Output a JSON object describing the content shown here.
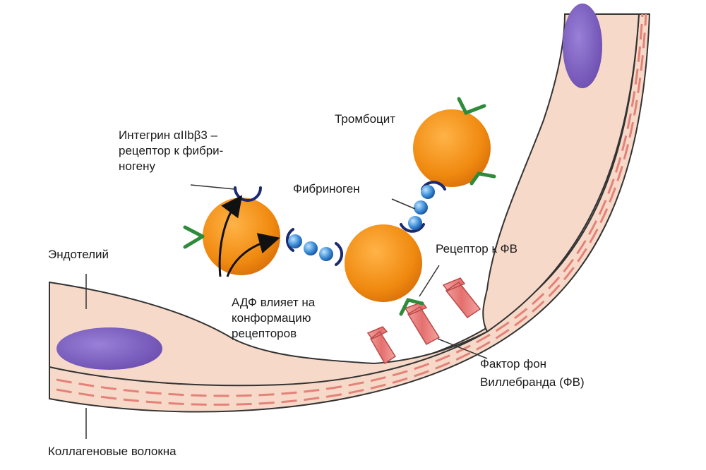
{
  "labels": {
    "endothelium": "Эндотелий",
    "collagen": "Коллагеновые волокна",
    "integrin_line1": "Интегрин αIIbβ3 –",
    "integrin_line2": "рецептор к фибри-",
    "integrin_line3": "ногену",
    "fibrinogen": "Фибриноген",
    "platelet": "Тромбоцит",
    "vwf_receptor": "Рецептор к ФВ",
    "adp_line1": "АДФ влияет на",
    "adp_line2": "конформацию",
    "adp_line3": "рецепторов",
    "vwf_line1": "Фактор фон",
    "vwf_line2": "Виллебранда (ФВ)"
  },
  "colors": {
    "vessel_fill": "#f6d9c8",
    "vessel_stripe": "#e89a8a",
    "nucleus": "#7b5fc0",
    "platelet": "#f08a10",
    "receptor_green": "#2e8b3a",
    "integrin_navy": "#1a2a6e",
    "fibrinogen_blue": "#2f78c8",
    "vwf_red": "#e4706e"
  }
}
